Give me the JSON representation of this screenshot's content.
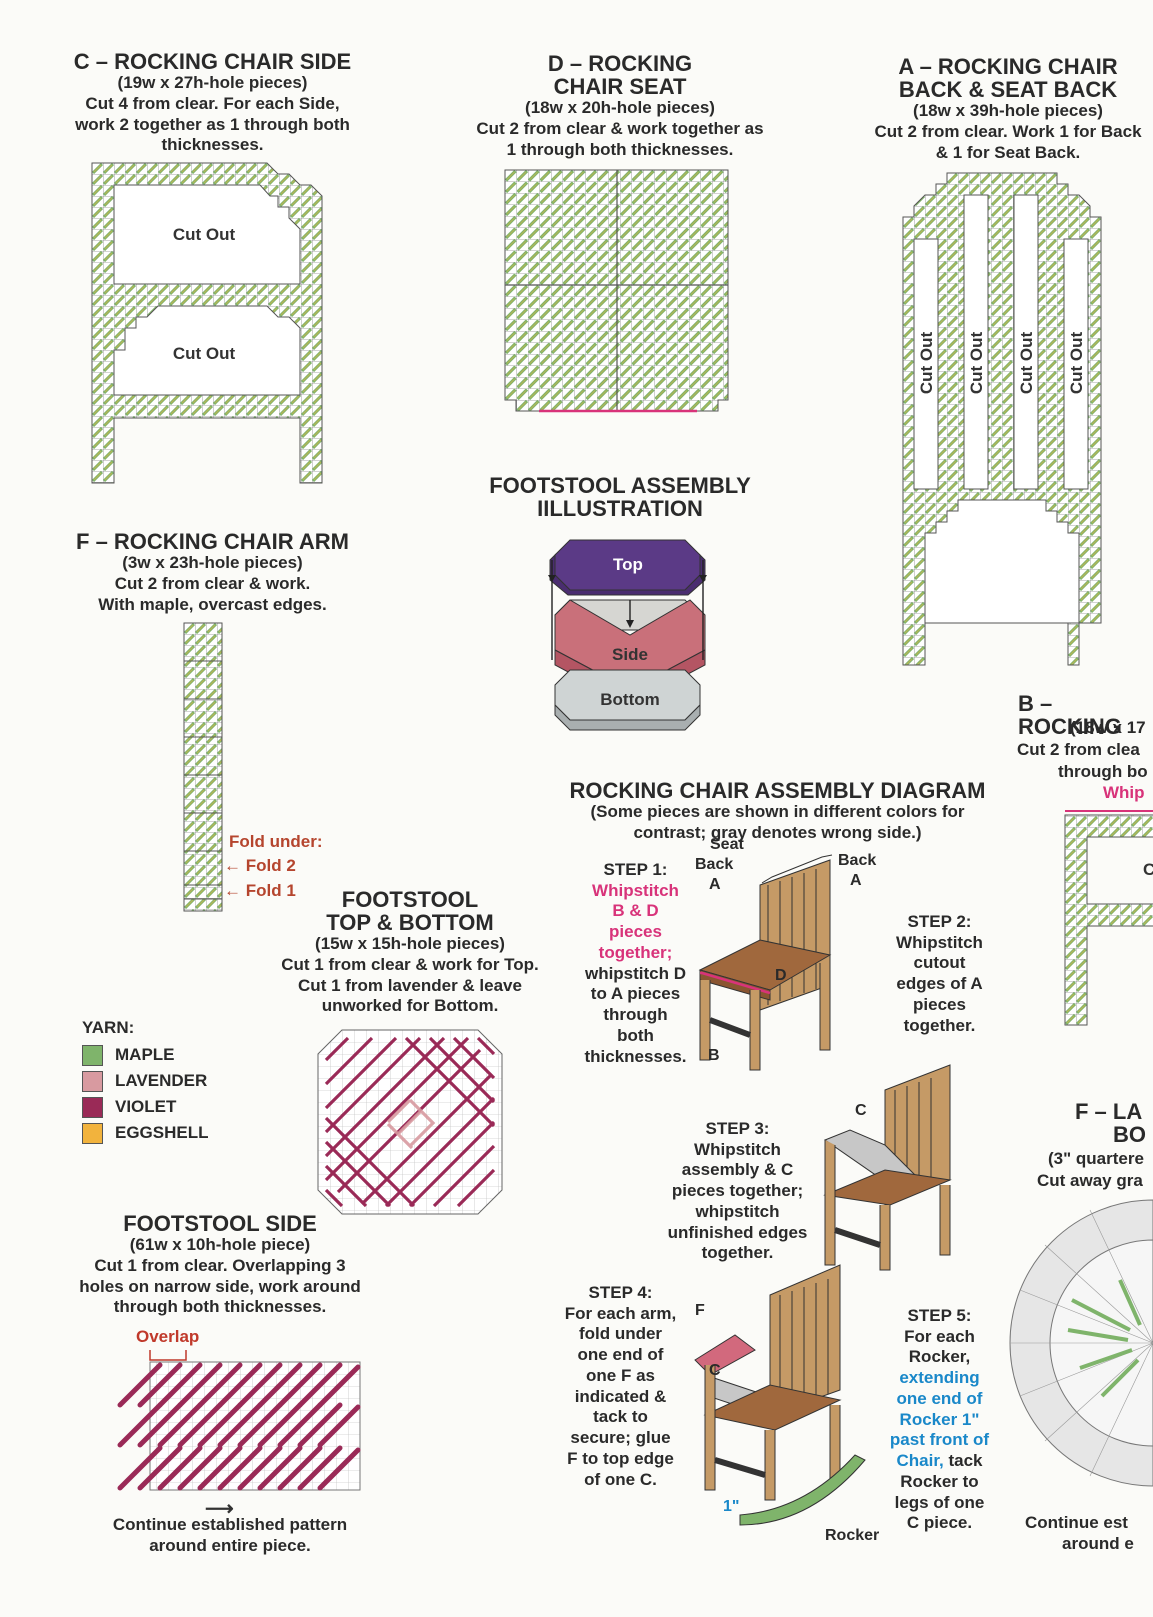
{
  "pieceC": {
    "title": "C – ROCKING CHAIR SIDE",
    "l1": "(19w x 27h-hole pieces)",
    "l2": "Cut 4 from clear. For each Side,",
    "l3": "work 2 together as 1 through both",
    "l4": "thicknesses.",
    "cut1": "Cut Out",
    "cut2": "Cut Out"
  },
  "pieceD": {
    "title1": "D – ROCKING",
    "title2": "CHAIR SEAT",
    "l1": "(18w x 20h-hole pieces)",
    "l2": "Cut 2 from clear & work together as",
    "l3": "1 through both thicknesses."
  },
  "pieceA": {
    "title1": "A – ROCKING CHAIR",
    "title2": "BACK & SEAT BACK",
    "l1": "(18w x 39h-hole pieces)",
    "l2": "Cut 2 from clear. Work 1 for Back",
    "l3": "& 1 for Seat Back.",
    "cut": "Cut Out"
  },
  "pieceF": {
    "title": "F – ROCKING CHAIR ARM",
    "l1": "(3w x 23h-hole pieces)",
    "l2": "Cut 2 from clear & work.",
    "l3": "With maple, overcast edges.",
    "fold_under": "Fold under:",
    "fold2": "Fold 2",
    "fold1": "Fold 1"
  },
  "footAssembly": {
    "title1": "FOOTSTOOL ASSEMBLY",
    "title2": "IILLUSTRATION",
    "top": "Top",
    "side": "Side",
    "bottom": "Bottom"
  },
  "pieceB": {
    "title": "B – ROCKING",
    "l1": "(18w x 17",
    "l2": "Cut 2 from clea",
    "l3": "through bo",
    "whip": "Whip",
    "c": "C"
  },
  "chairDiagram": {
    "title": "ROCKING CHAIR ASSEMBLY DIAGRAM",
    "l1": "(Some pieces are shown in different colors for",
    "l2": "contrast; gray denotes wrong side.)"
  },
  "steps": {
    "s1_title": "STEP 1:",
    "s1_p1": "Whipstitch",
    "s1_p2": "B & D",
    "s1_p3": "pieces",
    "s1_p4": "together;",
    "s1_b1": "whipstitch D",
    "s1_b2": "to A pieces",
    "s1_b3": "through",
    "s1_b4": "both",
    "s1_b5": "thicknesses.",
    "s2_title": "STEP 2:",
    "s2_l1": "Whipstitch",
    "s2_l2": "cutout",
    "s2_l3": "edges of A",
    "s2_l4": "pieces",
    "s2_l5": "together.",
    "s3_title": "STEP 3:",
    "s3_l1": "Whipstitch",
    "s3_l2": "assembly & C",
    "s3_l3": "pieces together;",
    "s3_l4": "whipstitch",
    "s3_l5": "unfinished edges",
    "s3_l6": "together.",
    "s4_title": "STEP 4:",
    "s4_l1": "For each arm,",
    "s4_l2": "fold under",
    "s4_l3": "one end of",
    "s4_l4": "one F as",
    "s4_l5": "indicated &",
    "s4_l6": "tack to",
    "s4_l7": "secure; glue",
    "s4_l8": "F to top edge",
    "s4_l9": "of one C.",
    "s5_title": "STEP 5:",
    "s5_l1": "For each",
    "s5_l2": "Rocker,",
    "s5_b1": "extending",
    "s5_b2": "one end of",
    "s5_b3": "Rocker 1\"",
    "s5_b4": "past front of",
    "s5_b5": "Chair,",
    "s5_l3": " tack",
    "s5_l4": "Rocker to",
    "s5_l5": "legs of one",
    "s5_l6": "C piece."
  },
  "chairLabels": {
    "seat_back": "Seat",
    "seat_back2": "Back",
    "a1": "A",
    "back": "Back",
    "a2": "A",
    "d": "D",
    "b": "B",
    "c1": "C",
    "f": "F",
    "c2": "C",
    "inch": "1\"",
    "rocker": "Rocker"
  },
  "footTop": {
    "title1": "FOOTSTOOL",
    "title2": "TOP & BOTTOM",
    "l1": "(15w x 15h-hole pieces)",
    "l2": "Cut 1 from clear & work for Top.",
    "l3": "Cut 1 from lavender & leave",
    "l4": "unworked for Bottom."
  },
  "yarn": {
    "title": "YARN:",
    "items": [
      {
        "name": "MAPLE",
        "color": "#7fb46b"
      },
      {
        "name": "LAVENDER",
        "color": "#d89aa0"
      },
      {
        "name": "VIOLET",
        "color": "#9a2a57"
      },
      {
        "name": "EGGSHELL",
        "color": "#f2b33d"
      }
    ]
  },
  "footSide": {
    "title": "FOOTSTOOL SIDE",
    "l1": "(61w x 10h-hole piece)",
    "l2": "Cut 1 from clear. Overlapping 3",
    "l3": "holes on narrow side, work around",
    "l4": "through both thicknesses.",
    "overlap": "Overlap",
    "c1": "Continue established pattern",
    "c2": "around entire piece."
  },
  "pieceFL": {
    "title1": "F – LA",
    "title2": "BO",
    "l1": "(3\" quartere",
    "l2": "Cut away gra",
    "c1": "Continue est",
    "c2": "around e"
  }
}
